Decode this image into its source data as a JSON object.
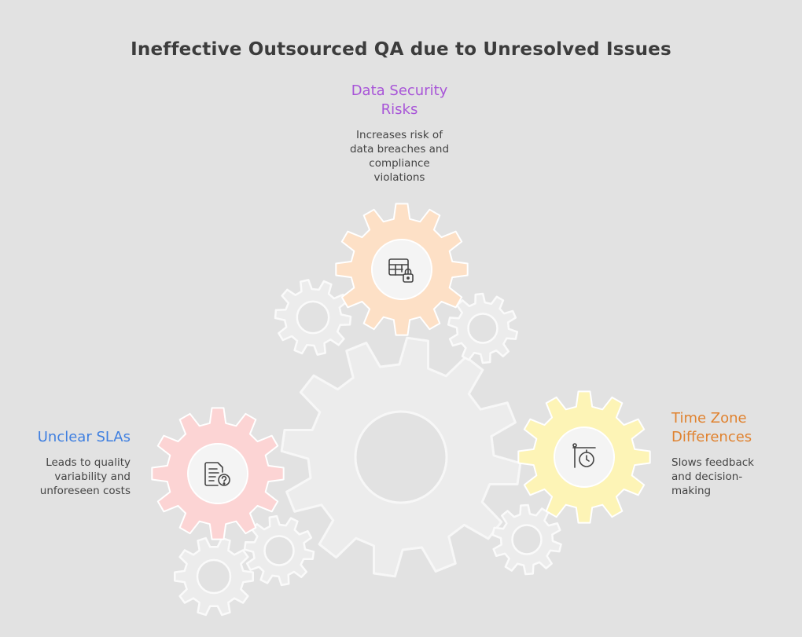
{
  "title": "Ineffective Outsourced QA due to Unresolved Issues",
  "items": [
    {
      "heading": "Data Security Risks",
      "heading_lines": [
        "Data Security",
        "Risks"
      ],
      "description_lines": [
        "Increases risk of",
        "data breaches and",
        "compliance",
        "violations"
      ],
      "color": "#a855d8",
      "gear_color": "#fde0c6",
      "icon": "table-lock-icon"
    },
    {
      "heading": "Unclear SLAs",
      "heading_lines": [
        "Unclear SLAs"
      ],
      "description_lines": [
        "Leads to quality",
        "variability and",
        "unforeseen costs"
      ],
      "color": "#3f7fe0",
      "gear_color": "#fcd4d4",
      "icon": "document-question-icon"
    },
    {
      "heading": "Time Zone Differences",
      "heading_lines": [
        "Time Zone",
        "Differences"
      ],
      "description_lines": [
        "Slows feedback",
        "and decision-",
        "making"
      ],
      "color": "#e0822f",
      "gear_color": "#fdf4b6",
      "icon": "timer-icon"
    }
  ]
}
